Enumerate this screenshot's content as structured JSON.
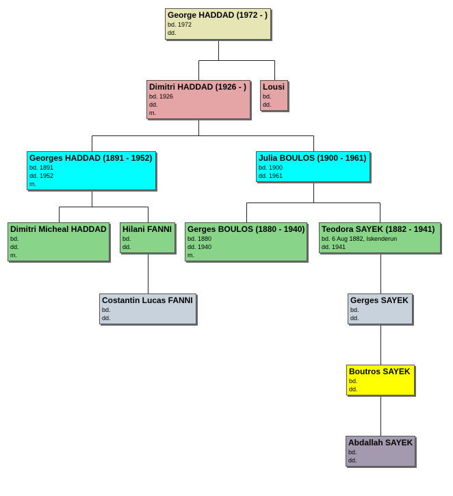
{
  "colors": {
    "root": "#e6e6b4",
    "parent": "#e5a4a6",
    "grandparent": "#00ffff",
    "great_grandparent": "#88d488",
    "gray": "#c8d2dc",
    "yellow": "#ffff00",
    "purple": "#a49ab0"
  },
  "people": [
    {
      "id": "george",
      "name": "George HADDAD (1972 - )",
      "details": [
        "bd. 1972",
        "dd."
      ],
      "color": "root"
    },
    {
      "id": "dimitri",
      "name": "Dimitri HADDAD (1926 - )",
      "details": [
        "bd. 1926",
        "dd.",
        "m."
      ],
      "color": "parent"
    },
    {
      "id": "lousi",
      "name": "Lousi",
      "details": [
        "bd.",
        "dd."
      ],
      "color": "parent"
    },
    {
      "id": "georges",
      "name": "Georges HADDAD (1891 - 1952)",
      "details": [
        "bd. 1891",
        "dd. 1952",
        "m."
      ],
      "color": "grandparent"
    },
    {
      "id": "julia",
      "name": "Julia BOULOS (1900 - 1961)",
      "details": [
        "bd. 1900",
        "dd. 1961"
      ],
      "color": "grandparent"
    },
    {
      "id": "dimitri_micheal",
      "name": "Dimitri Micheal HADDAD",
      "details": [
        "bd.",
        "dd.",
        "m."
      ],
      "color": "great_grandparent"
    },
    {
      "id": "hilani",
      "name": "Hilani FANNI",
      "details": [
        "bd.",
        "dd."
      ],
      "color": "great_grandparent"
    },
    {
      "id": "gerges_boulos",
      "name": "Gerges BOULOS (1880 - 1940)",
      "details": [
        "bd. 1880",
        "dd. 1940",
        "m."
      ],
      "color": "great_grandparent"
    },
    {
      "id": "teodora",
      "name": "Teodora SAYEK (1882 - 1941)",
      "details": [
        "bd. 6 Aug 1882, Iskenderun",
        "dd. 1941"
      ],
      "color": "great_grandparent"
    },
    {
      "id": "costantin",
      "name": "Costantin Lucas FANNI",
      "details": [
        "bd.",
        "dd."
      ],
      "color": "gray"
    },
    {
      "id": "gerges_sayek",
      "name": "Gerges SAYEK",
      "details": [
        "bd.",
        "dd."
      ],
      "color": "gray"
    },
    {
      "id": "boutros",
      "name": "Boutros SAYEK",
      "details": [
        "bd.",
        "dd."
      ],
      "color": "yellow"
    },
    {
      "id": "abdallah",
      "name": "Abdallah SAYEK",
      "details": [
        "bd.",
        "dd."
      ],
      "color": "purple"
    }
  ],
  "connections": [
    {
      "child": "george",
      "father": "dimitri",
      "mother": "lousi"
    },
    {
      "child": "dimitri",
      "father": "georges",
      "mother": "julia"
    },
    {
      "child": "georges",
      "father": "dimitri_micheal",
      "mother": "hilani"
    },
    {
      "child": "julia",
      "father": "gerges_boulos",
      "mother": "teodora"
    },
    {
      "child": "hilani",
      "father": "costantin"
    },
    {
      "child": "teodora",
      "father": "gerges_sayek"
    },
    {
      "child": "gerges_sayek",
      "father": "boutros"
    },
    {
      "child": "boutros",
      "father": "abdallah"
    }
  ]
}
